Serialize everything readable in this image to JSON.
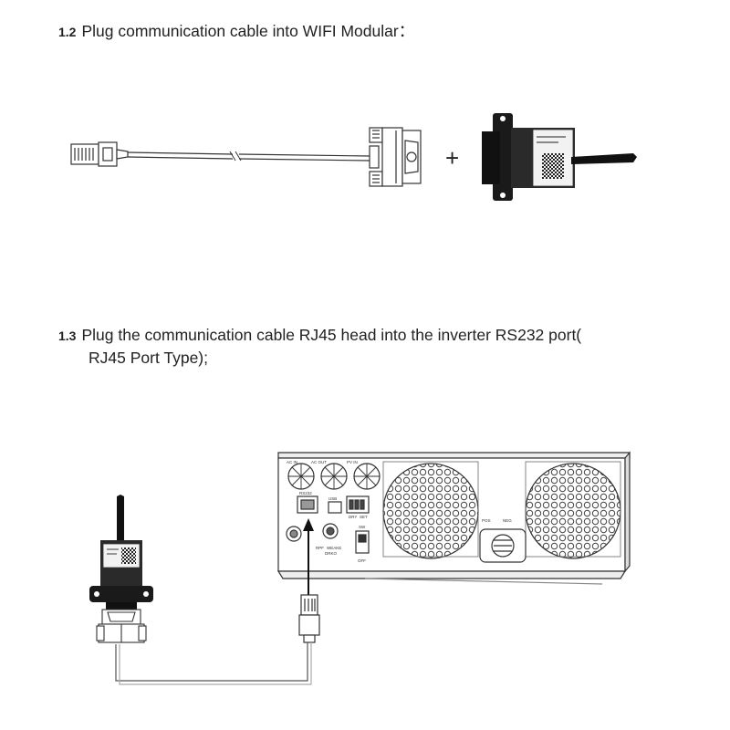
{
  "steps": [
    {
      "number": "1.2",
      "text": "Plug communication cable into WIFI Modular："
    },
    {
      "number": "1.3",
      "text_line1": "Plug the communication cable RJ45 head into the inverter RS232 port(",
      "text_line2": "RJ45 Port Type);"
    }
  ],
  "figure1": {
    "plus": "+"
  },
  "figure2": {
    "inverter_labels": [
      "AC IN",
      "AC OUT",
      "PV IN",
      "RS232",
      "USB",
      "DRY",
      "SET",
      "SW",
      "RPF",
      "WEAKE",
      "DRKO",
      "OFF",
      "POS",
      "NEG"
    ]
  }
}
